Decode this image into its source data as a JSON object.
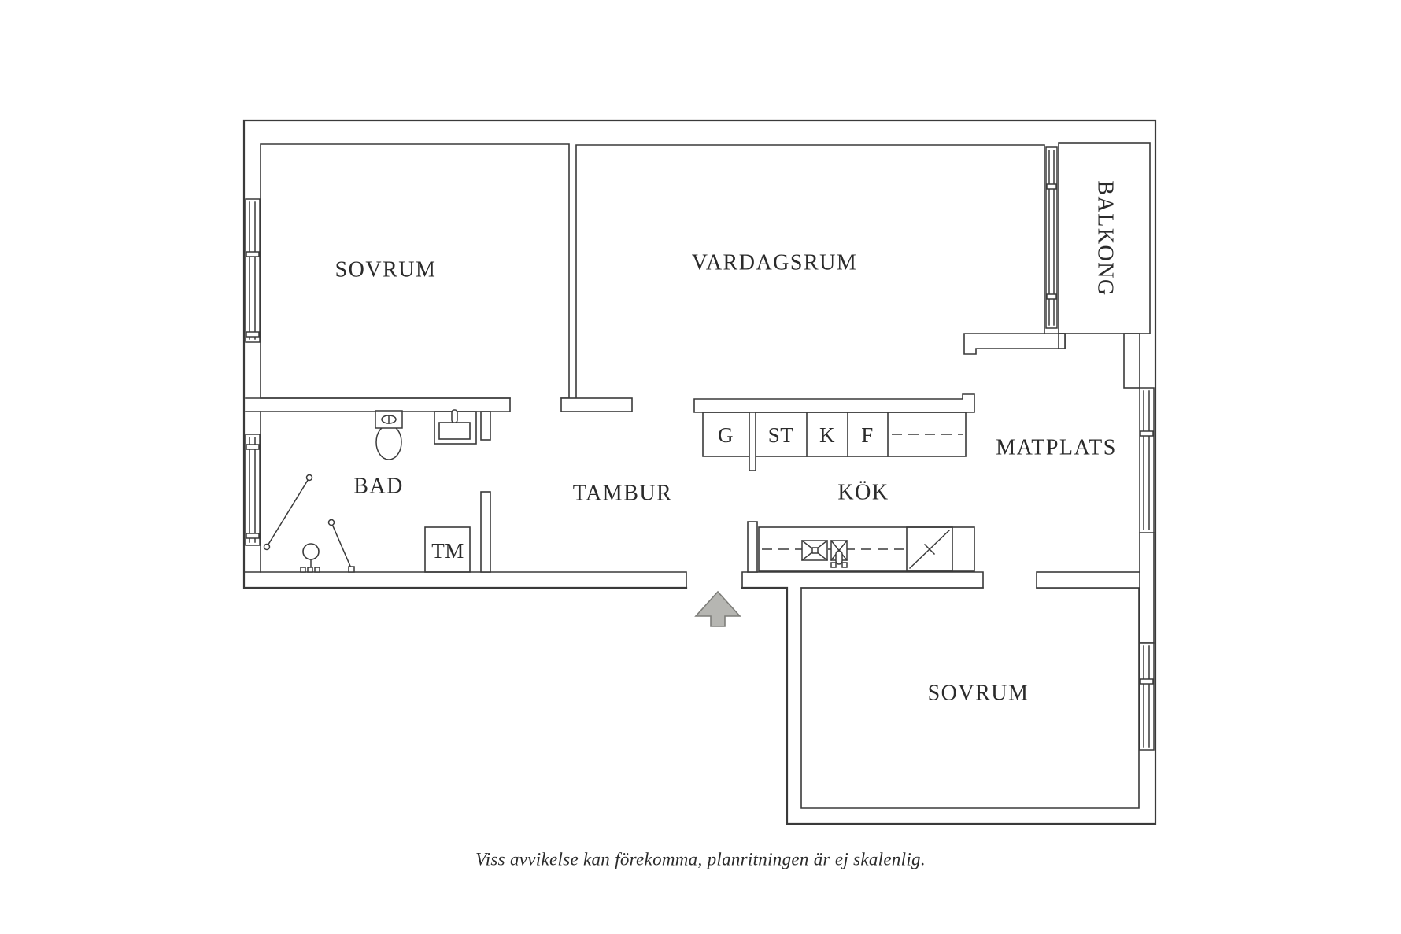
{
  "plan": {
    "rooms": {
      "bedroom1": "SOVRUM",
      "living_room": "VARDAGSRUM",
      "balcony": "BALKONG",
      "bathroom": "BAD",
      "hallway": "TAMBUR",
      "kitchen": "KÖK",
      "dining": "MATPLATS",
      "bedroom2": "SOVRUM"
    },
    "kitchen_units": {
      "g": "G",
      "st": "ST",
      "k": "K",
      "f": "F"
    },
    "appliances": {
      "washing_machine": "TM"
    },
    "caption": "Viss avvikelse kan förekomma, planritningen är ej skalenlig."
  },
  "colors": {
    "line": "#3a3a3a",
    "text": "#2b2b2b",
    "arrow_fill": "#b6b6b2",
    "arrow_stroke": "#7d7d79",
    "background": "#ffffff"
  }
}
